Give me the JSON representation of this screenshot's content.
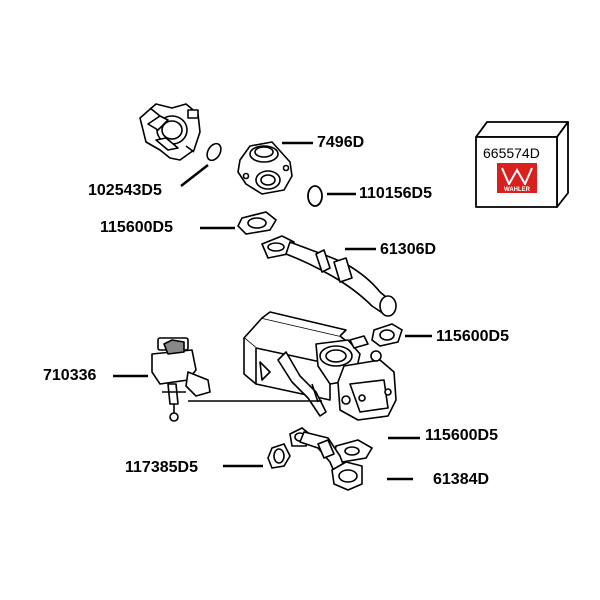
{
  "brand": {
    "logo_text": "WAHLER",
    "logo_color": "#d9201e"
  },
  "kit_box": {
    "part_number": "665574D"
  },
  "parts": [
    {
      "id": "throttle-body",
      "label": "102543D5"
    },
    {
      "id": "egr-valve",
      "label": "7496D"
    },
    {
      "id": "o-ring",
      "label": "110156D5"
    },
    {
      "id": "gasket-upper",
      "label": "115600D5"
    },
    {
      "id": "pipe-upper",
      "label": "61306D"
    },
    {
      "id": "gasket-right",
      "label": "115600D5"
    },
    {
      "id": "actuator",
      "label": "710336"
    },
    {
      "id": "gasket-lower",
      "label": "115600D5"
    },
    {
      "id": "gasket-small",
      "label": "117385D5"
    },
    {
      "id": "pipe-lower",
      "label": "61384D"
    }
  ]
}
